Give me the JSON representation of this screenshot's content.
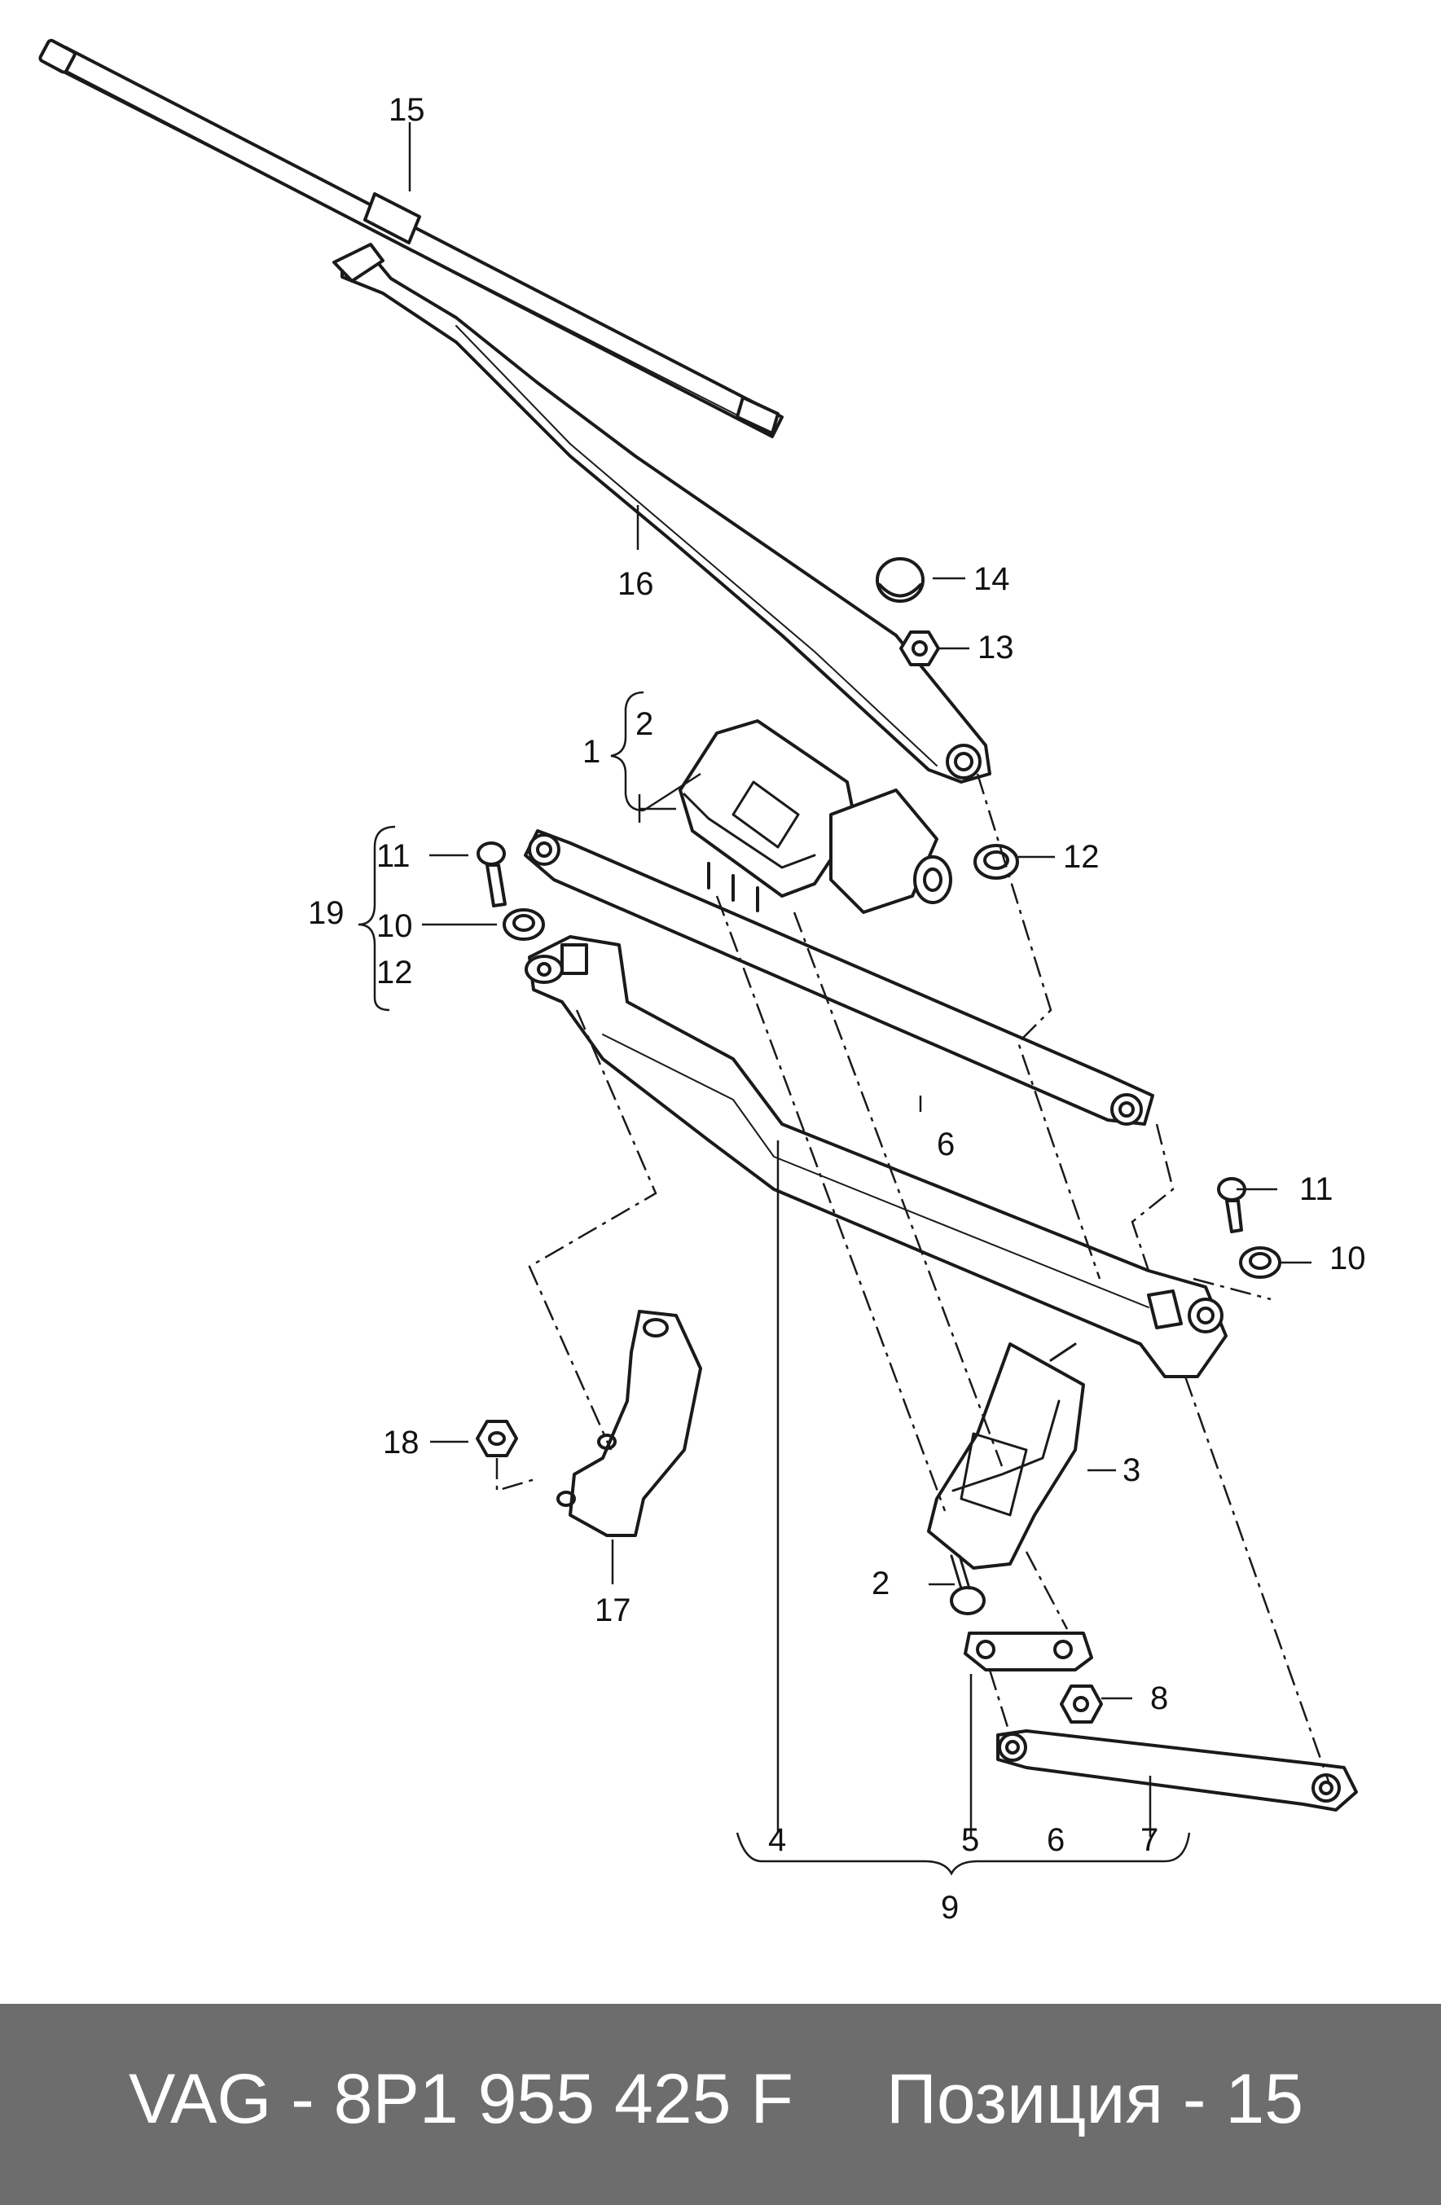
{
  "callouts": {
    "c1": "1",
    "c2a": "2",
    "c2b": "2",
    "c3": "3",
    "c4": "4",
    "c5": "5",
    "c6a": "6",
    "c6b": "6",
    "c7": "7",
    "c8": "8",
    "c9": "9",
    "c10a": "10",
    "c10b": "10",
    "c11a": "11",
    "c11b": "11",
    "c12a": "12",
    "c12b": "12",
    "c13": "13",
    "c14": "14",
    "c15": "15",
    "c16": "16",
    "c17": "17",
    "c18": "18",
    "c19": "19"
  },
  "footer": {
    "part_number": "VAG - 8P1 955 425 F",
    "position": "Позиция - 15"
  },
  "colors": {
    "footer_bg": "#6d6d6d",
    "footer_text": "#ffffff",
    "line": "#1a1a1a"
  }
}
